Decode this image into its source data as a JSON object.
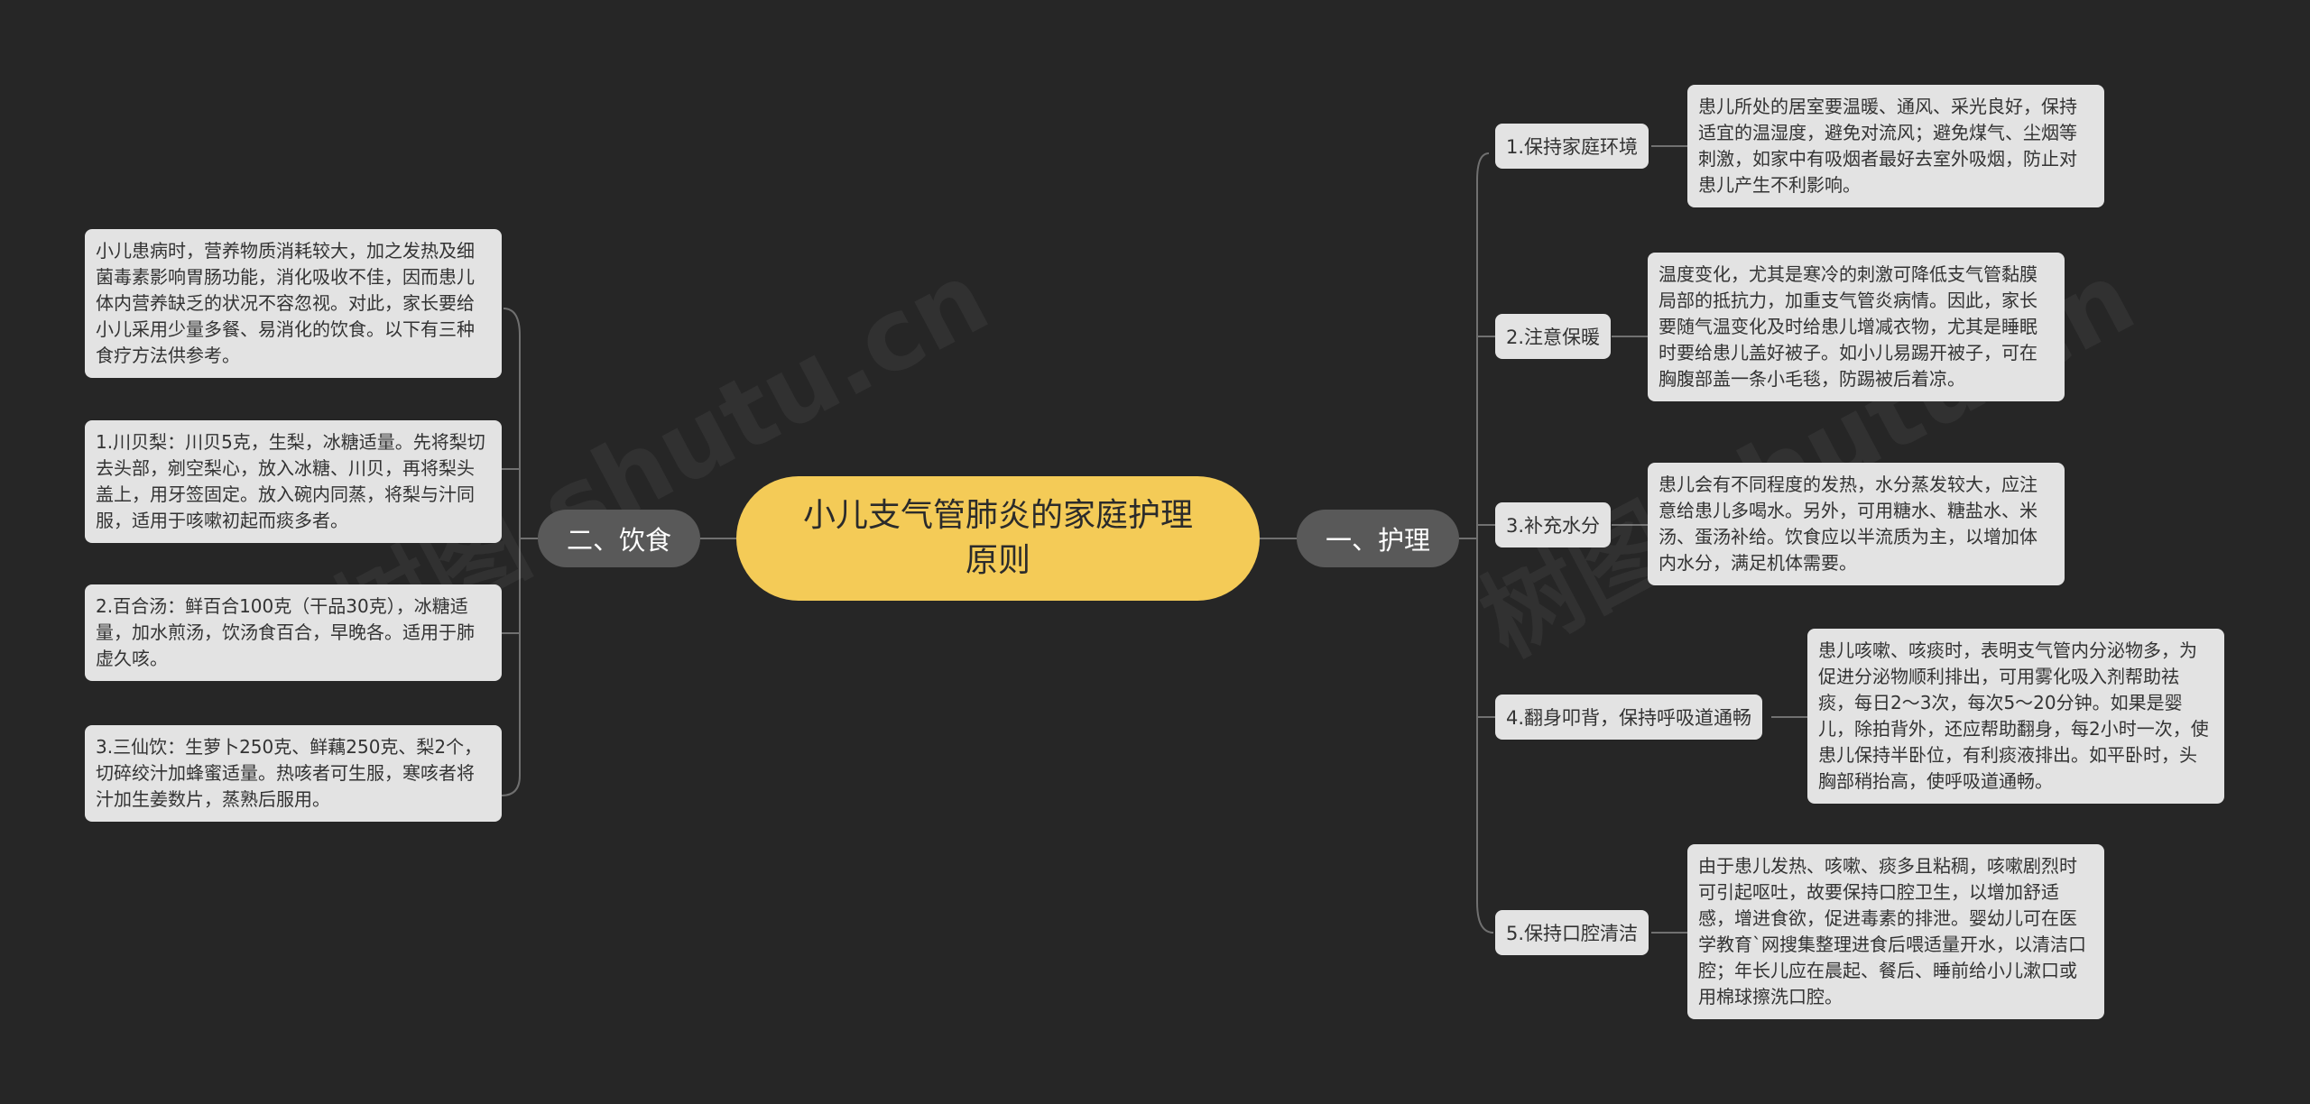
{
  "root": {
    "title": "小儿支气管肺炎的家庭护理原则"
  },
  "branches": [
    {
      "label": "一、护理",
      "subs": [
        {
          "label": "1.保持家庭环境",
          "text": "患儿所处的居室要温暖、通风、采光良好，保持适宜的温湿度，避免对流风；避免煤气、尘烟等刺激，如家中有吸烟者最好去室外吸烟，防止对患儿产生不利影响。"
        },
        {
          "label": "2.注意保暖",
          "text": "温度变化，尤其是寒冷的刺激可降低支气管黏膜局部的抵抗力，加重支气管炎病情。因此，家长要随气温变化及时给患儿增减衣物，尤其是睡眠时要给患儿盖好被子。如小儿易踢开被子，可在胸腹部盖一条小毛毯，防踢被后着凉。"
        },
        {
          "label": "3.补充水分",
          "text": "患儿会有不同程度的发热，水分蒸发较大，应注意给患儿多喝水。另外，可用糖水、糖盐水、米汤、蛋汤补给。饮食应以半流质为主，以增加体内水分，满足机体需要。"
        },
        {
          "label": "4.翻身叩背，保持呼吸道通畅",
          "text": "患儿咳嗽、咳痰时，表明支气管内分泌物多，为促进分泌物顺利排出，可用雾化吸入剂帮助祛痰，每日2～3次，每次5～20分钟。如果是婴儿，除拍背外，还应帮助翻身，每2小时一次，使患儿保持半卧位，有利痰液排出。如平卧时，头胸部稍抬高，使呼吸道通畅。"
        },
        {
          "label": "5.保持口腔清洁",
          "text": "由于患儿发热、咳嗽、痰多且粘稠，咳嗽剧烈时可引起呕吐，故要保持口腔卫生，以增加舒适感，增进食欲，促进毒素的排泄。婴幼儿可在医学教育`网搜集整理进食后喂适量开水，以清洁口腔；年长儿应在晨起、餐后、睡前给小儿漱口或用棉球擦洗口腔。"
        }
      ]
    },
    {
      "label": "二、饮食",
      "items": [
        "小儿患病时，营养物质消耗较大，加之发热及细菌毒素影响胃肠功能，消化吸收不佳，因而患儿体内营养缺乏的状况不容忽视。对此，家长要给小儿采用少量多餐、易消化的饮食。以下有三种食疗方法供参考。",
        "1.川贝梨：川贝5克，生梨，冰糖适量。先将梨切去头部，剜空梨心，放入冰糖、川贝，再将梨头盖上，用牙签固定。放入碗内同蒸，将梨与汁同服，适用于咳嗽初起而痰多者。",
        "2.百合汤：鲜百合100克（干品30克），冰糖适量，加水煎汤，饮汤食百合，早晚各。适用于肺虚久咳。",
        "3.三仙饮：生萝卜250克、鲜藕250克、梨2个，切碎绞汁加蜂蜜适量。热咳者可生服，寒咳者将汁加生姜数片，蒸熟后服用。"
      ]
    }
  ],
  "colors": {
    "background": "#262626",
    "root": "#f4cb57",
    "branch": "#595959",
    "card": "#e3e3e3",
    "line": "#707070"
  }
}
